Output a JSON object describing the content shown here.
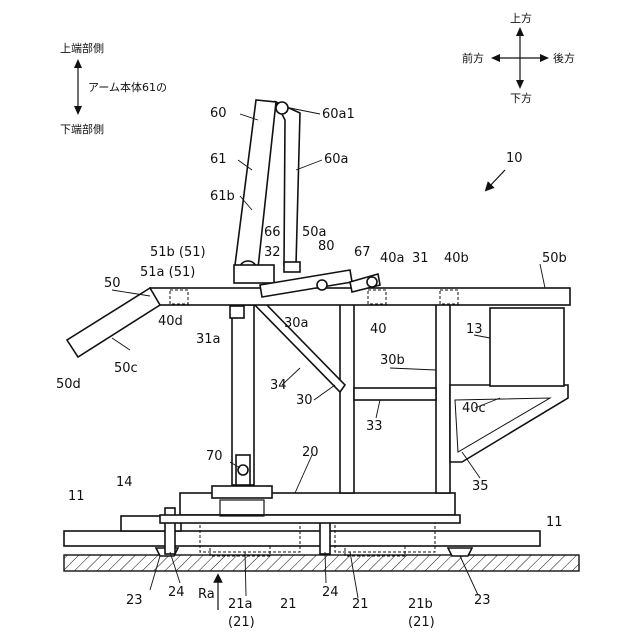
{
  "orientation": {
    "up": "上方",
    "down": "下方",
    "front": "前方",
    "back": "後方"
  },
  "arm_axis": {
    "upper": "上端部側",
    "caption": "アーム本体61の",
    "lower": "下端部側"
  },
  "labels": {
    "l10": "10",
    "l60": "60",
    "l60a1": "60a1",
    "l61": "61",
    "l60a": "60a",
    "l61b": "61b",
    "l66": "66",
    "l50a": "50a",
    "l51b": "51b (51)",
    "l32": "32",
    "l80": "80",
    "l67": "67",
    "l40a": "40a",
    "l31": "31",
    "l40b": "40b",
    "l50b": "50b",
    "l51a": "51a (51)",
    "l50": "50",
    "l40d": "40d",
    "l31a": "31a",
    "l30a": "30a",
    "l40": "40",
    "l13": "13",
    "l50c": "50c",
    "l50d": "50d",
    "l30b": "30b",
    "l34": "34",
    "l30": "30",
    "l33": "33",
    "l40c": "40c",
    "l70": "70",
    "l20": "20",
    "l35": "35",
    "l14": "14",
    "l11a": "11",
    "l11b": "11",
    "l23a": "23",
    "l24a": "24",
    "l21a": "21a",
    "l21a2": "(21)",
    "l21": "21",
    "l24b": "24",
    "l21c": "21",
    "l21b": "21b",
    "l21b2": "(21)",
    "l23b": "23",
    "lRa": "Ra"
  }
}
